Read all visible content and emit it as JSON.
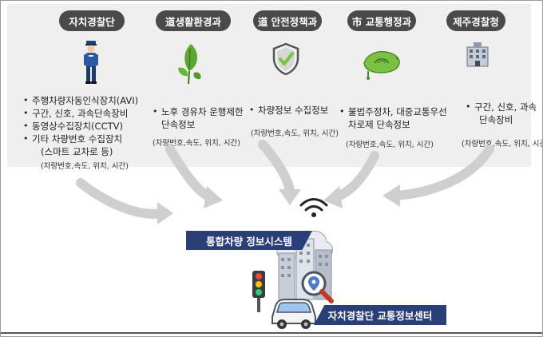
{
  "agencies": [
    {
      "title": "자치경찰단",
      "icon": "police-officer-icon",
      "items": [
        "주행차량자동인식장치(AVI)",
        "구간, 신호, 과속단속장비",
        "동영상수집장치(CCTV)",
        "기타 차량번호 수집장치",
        "(스마트 교차로 등)"
      ],
      "note": "(차량번호,속도, 위치, 시간)"
    },
    {
      "title": "道생활환경과",
      "icon": "leaf-icon",
      "items": [
        "노후 경유차 운행제한",
        "단속정보"
      ],
      "note": "(차량번호,속도, 위치, 시간)"
    },
    {
      "title": "道 안전정책과",
      "icon": "shield-check-icon",
      "items": [
        "차량정보 수집정보"
      ],
      "note": "(차량번호,속도, 위치, 시간)"
    },
    {
      "title": "市 교통행정과",
      "icon": "jeju-island-map-icon",
      "items": [
        "불법주정차, 대중교통우선",
        "차로제 단속정보"
      ],
      "note": "(차량번호,속도, 위치, 시간)"
    },
    {
      "title": "제주경찰청",
      "icon": "police-building-icon",
      "items": [
        "구간, 신호, 과속",
        "단속장비"
      ],
      "note": "(차량번호,속도, 위치, 시간)"
    }
  ],
  "system_label": "통합차량 정보시스템",
  "center_label": "자치경찰단 교통정보센터",
  "center_icons": [
    "wifi-signal-icon",
    "city-buildings-icon",
    "magnifier-icon",
    "traffic-light-icon",
    "car-icon"
  ],
  "colors": {
    "pill": "#4a4a4a",
    "bar": "#2a3f78",
    "band": "#efefef",
    "arrow": "#cfcfcf"
  }
}
